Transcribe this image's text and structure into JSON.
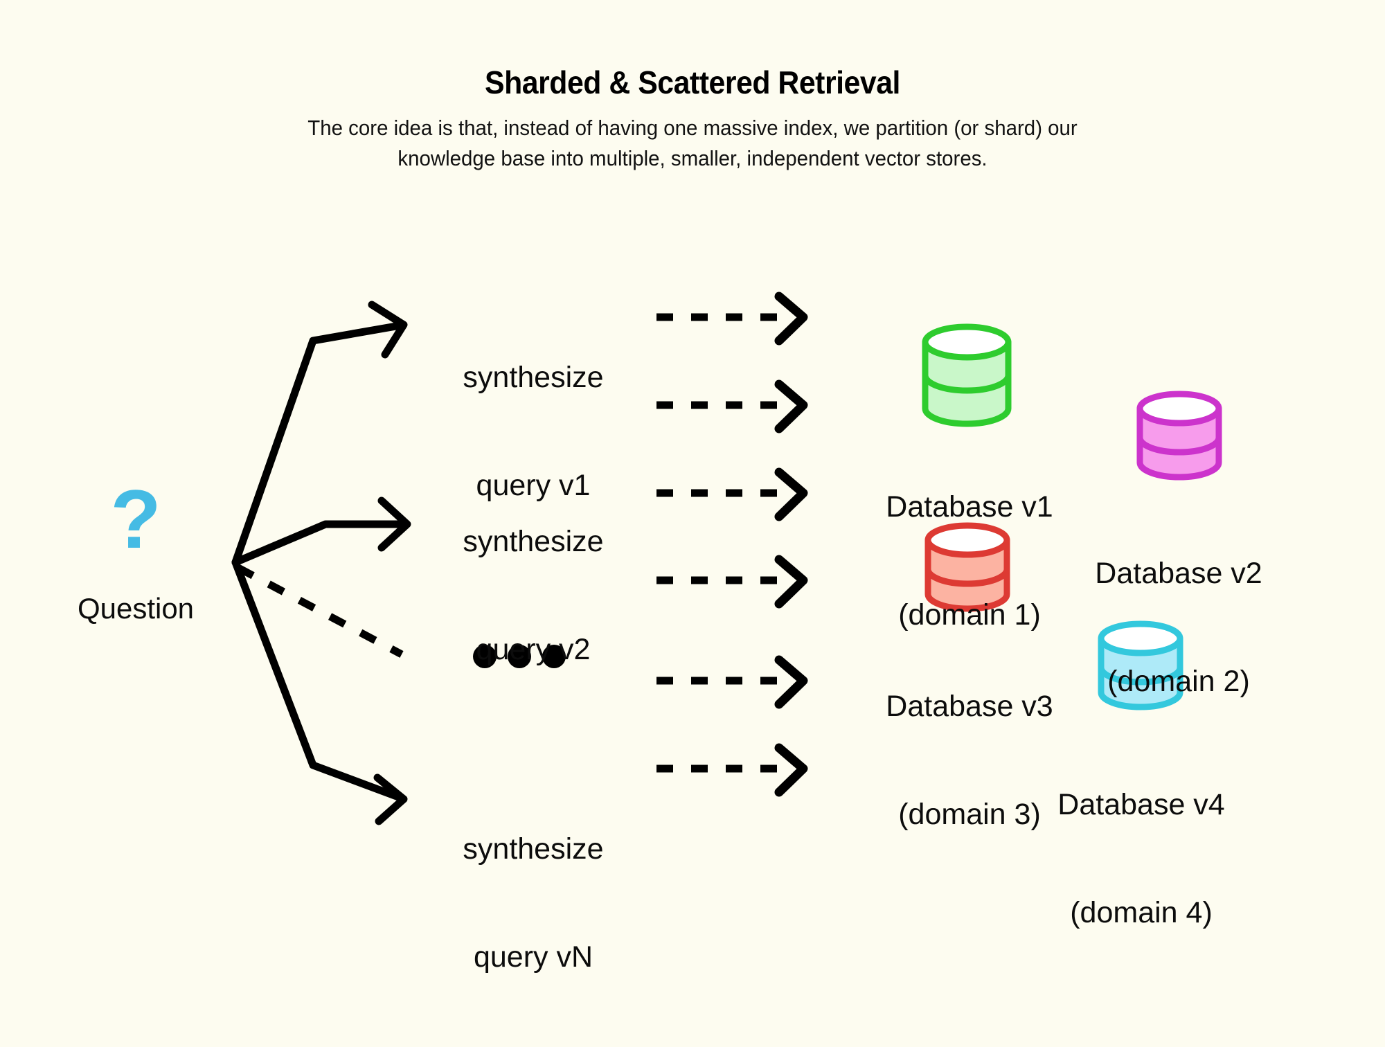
{
  "header": {
    "title": "Sharded & Scattered Retrieval",
    "subtitle_line1": "The core idea is that, instead of having one massive index, we partition (or shard) our",
    "subtitle_line2": "knowledge base into multiple, smaller, independent vector stores."
  },
  "source": {
    "icon": "question-mark",
    "symbol": "?",
    "label": "Question",
    "color": "#45bbe4"
  },
  "queries": [
    {
      "id": "v1",
      "line1": "synthesize",
      "line2": "query v1"
    },
    {
      "id": "v2",
      "line1": "synthesize",
      "line2": "query v2"
    },
    {
      "id": "ellipsis",
      "line1": "",
      "line2": ""
    },
    {
      "id": "vN",
      "line1": "synthesize",
      "line2": "query vN"
    }
  ],
  "ellipsis": "• • •",
  "databases": [
    {
      "id": "v1",
      "name": "Database v1",
      "domain": "(domain 1)",
      "stroke": "#2ecc2e",
      "fill": "#c9f7c9",
      "top_fill": "#ffffff"
    },
    {
      "id": "v2",
      "name": "Database v2",
      "domain": "(domain 2)",
      "stroke": "#cc33cc",
      "fill": "#f79cec",
      "top_fill": "#ffffff"
    },
    {
      "id": "v3",
      "name": "Database v3",
      "domain": "(domain 3)",
      "stroke": "#dd3a33",
      "fill": "#fcb3a2",
      "top_fill": "#ffffff"
    },
    {
      "id": "v4",
      "name": "Database v4",
      "domain": "(domain 4)",
      "stroke": "#33c8dd",
      "fill": "#aeeaf8",
      "top_fill": "#ffffff"
    }
  ],
  "connectors": {
    "solid_arrow_count": 3,
    "dashed_branch_count": 1,
    "dashed_retrieval_arrow_count": 6,
    "stroke_color": "#000000"
  },
  "canvas": {
    "background": "#fdfcf0"
  }
}
